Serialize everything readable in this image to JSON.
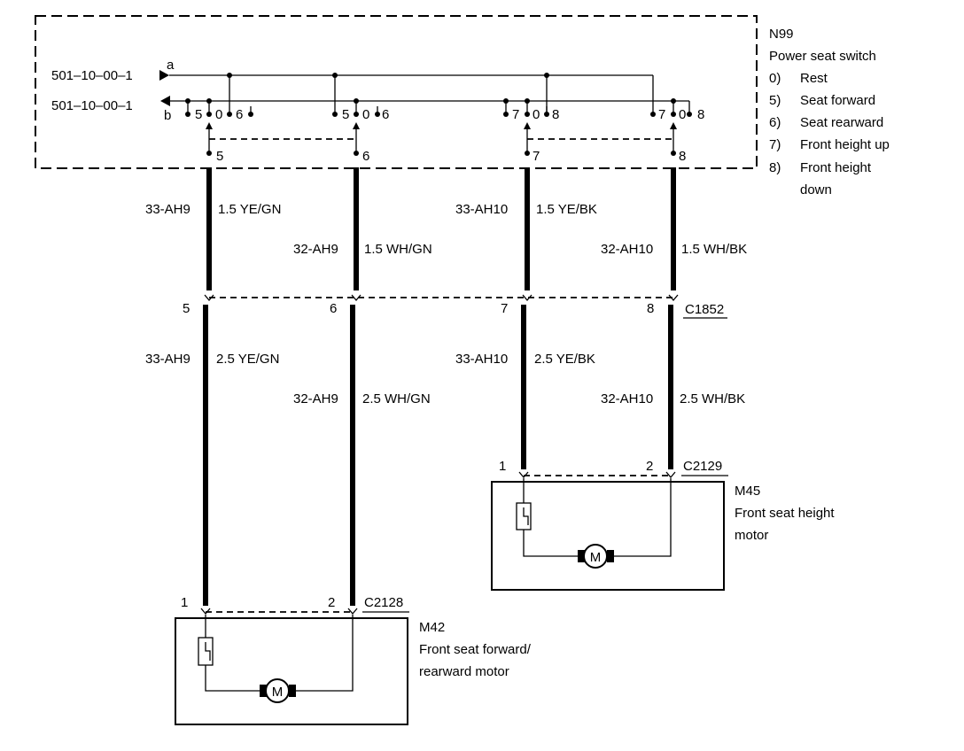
{
  "switch": {
    "id": "N99",
    "name": "Power seat switch",
    "legend": [
      {
        "key": "0)",
        "text": "Rest"
      },
      {
        "key": "5)",
        "text": "Seat forward"
      },
      {
        "key": "6)",
        "text": "Seat rearward"
      },
      {
        "key": "7)",
        "text": "Front height up"
      },
      {
        "key": "8)",
        "text": "Front height"
      },
      {
        "key": "",
        "text": "down"
      }
    ],
    "refs": [
      {
        "text": "501–10–00–1",
        "pin": "a"
      },
      {
        "text": "501–10–00–1",
        "pin": "b"
      }
    ],
    "positions": [
      "5",
      "0",
      "6",
      "5",
      "0",
      "6",
      "7",
      "0",
      "8",
      "7",
      "0",
      "8"
    ],
    "outputs": [
      "5",
      "6",
      "7",
      "8"
    ]
  },
  "wires_upper": [
    {
      "circuit": "33-AH9",
      "spec": "1.5 YE/GN"
    },
    {
      "circuit": "32-AH9",
      "spec": "1.5 WH/GN"
    },
    {
      "circuit": "33-AH10",
      "spec": "1.5 YE/BK"
    },
    {
      "circuit": "32-AH10",
      "spec": "1.5 WH/BK"
    }
  ],
  "connector_c1852": {
    "id": "C1852",
    "pins": [
      "5",
      "6",
      "7",
      "8"
    ]
  },
  "wires_lower": [
    {
      "circuit": "33-AH9",
      "spec": "2.5 YE/GN"
    },
    {
      "circuit": "32-AH9",
      "spec": "2.5 WH/GN"
    },
    {
      "circuit": "33-AH10",
      "spec": "2.5 YE/BK"
    },
    {
      "circuit": "32-AH10",
      "spec": "2.5 WH/BK"
    }
  ],
  "motor_m45": {
    "connector": "C2129",
    "pins": [
      "1",
      "2"
    ],
    "id": "M45",
    "line1": "Front seat height",
    "line2": "motor",
    "symbol": "M"
  },
  "motor_m42": {
    "connector": "C2128",
    "pins": [
      "1",
      "2"
    ],
    "id": "M42",
    "line1": "Front seat forward/",
    "line2": "rearward motor",
    "symbol": "M"
  }
}
